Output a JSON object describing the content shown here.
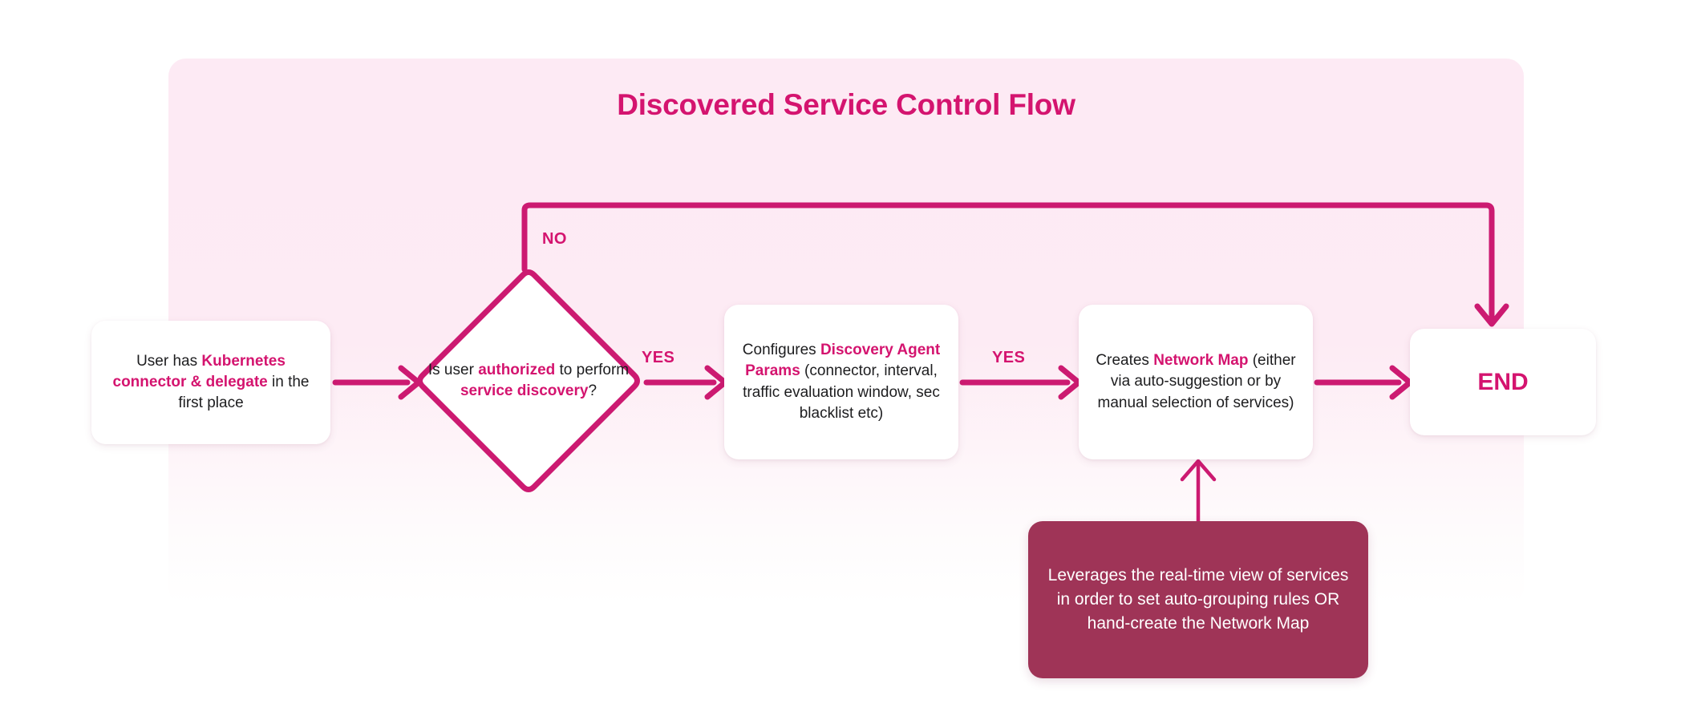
{
  "diagram": {
    "title": "Discovered Service Control Flow",
    "accent_color": "#d4146f",
    "panel_color": "#fdeaf4",
    "note_color": "#9f3457",
    "nodes": {
      "start": {
        "type": "process",
        "text": "User has Kubernetes connector & delegate in the first place",
        "segments": [
          {
            "text": "User has ",
            "highlight": false
          },
          {
            "text": "Kubernetes connector & delegate",
            "highlight": true
          },
          {
            "text": " in the first place",
            "highlight": false
          }
        ]
      },
      "decision": {
        "type": "decision",
        "text": "Is user authorized to perform service discovery?",
        "segments": [
          {
            "text": "Is user ",
            "highlight": false
          },
          {
            "text": "authorized",
            "highlight": true
          },
          {
            "text": " to perform ",
            "highlight": false
          },
          {
            "text": "service discovery",
            "highlight": true
          },
          {
            "text": "?",
            "highlight": false
          }
        ]
      },
      "config": {
        "type": "process",
        "text": "Configures Discovery Agent Params (connector, interval, traffic evaluation window, sec blacklist etc)",
        "segments": [
          {
            "text": "Configures ",
            "highlight": false
          },
          {
            "text": "Discovery Agent Params",
            "highlight": true
          },
          {
            "text": " (connector, interval, traffic evaluation window, sec blacklist etc)",
            "highlight": false
          }
        ]
      },
      "map": {
        "type": "process",
        "text": "Creates Network Map (either via auto-suggestion or by manual selection of services)",
        "segments": [
          {
            "text": "Creates ",
            "highlight": false
          },
          {
            "text": "Network Map",
            "highlight": true
          },
          {
            "text": " (either via auto-suggestion or by manual selection of services)",
            "highlight": false
          }
        ]
      },
      "end": {
        "type": "terminator",
        "text": "END"
      },
      "note": {
        "type": "annotation",
        "text": "Leverages the real-time view of services in order to set auto-grouping rules OR hand-create the Network Map"
      }
    },
    "edges": [
      {
        "from": "start",
        "to": "decision",
        "label": ""
      },
      {
        "from": "decision",
        "to": "config",
        "label": "YES"
      },
      {
        "from": "config",
        "to": "map",
        "label": "YES"
      },
      {
        "from": "map",
        "to": "end",
        "label": ""
      },
      {
        "from": "decision",
        "to": "end",
        "label": "NO"
      },
      {
        "from": "note",
        "to": "map",
        "label": ""
      }
    ],
    "labels": {
      "no": "NO",
      "yes_1": "YES",
      "yes_2": "YES"
    }
  }
}
